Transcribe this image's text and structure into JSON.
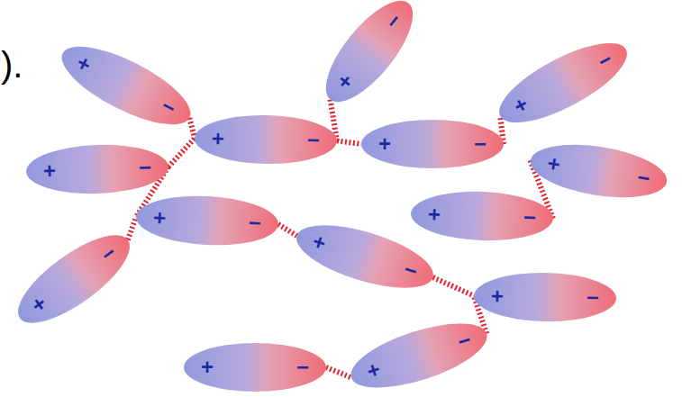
{
  "diagram": {
    "nodes": [
      {
        "text": [
          "+",
          "−"
        ]
      },
      {
        "text": [
          "+",
          "−"
        ]
      },
      {
        "text": [
          "+",
          "−"
        ]
      },
      {
        "text": [
          "+",
          "−"
        ]
      },
      {
        "text": [
          "+",
          "−"
        ]
      },
      {
        "text": [
          "+",
          "−"
        ]
      },
      {
        "text": [
          "+",
          "−"
        ]
      },
      {
        "text": [
          "+",
          "−"
        ]
      },
      {
        "text": [
          "+",
          "−"
        ]
      },
      {
        "text": [
          "+",
          "−"
        ]
      },
      {
        "text": [
          "+",
          "−"
        ]
      },
      {
        "text": [
          "+",
          "−"
        ]
      },
      {
        "text": [
          "+",
          "−"
        ]
      },
      {
        "text": [
          "+",
          "−"
        ]
      }
    ],
    "edges": [
      {
        "from": 2,
        "to": 3,
        "arrow": "none"
      },
      {
        "from": 5,
        "to": 3,
        "arrow": "none"
      },
      {
        "from": 0,
        "to": 3,
        "arrow": "none"
      },
      {
        "from": 3,
        "to": 4,
        "arrow": "none"
      },
      {
        "from": 4,
        "to": 1,
        "arrow": "none"
      },
      {
        "from": 7,
        "to": 6,
        "arrow": "none"
      },
      {
        "from": 5,
        "to": 8,
        "arrow": "none"
      },
      {
        "from": 10,
        "to": 8,
        "arrow": "none"
      },
      {
        "from": 8,
        "to": 9,
        "arrow": "none"
      },
      {
        "from": 9,
        "to": 11,
        "arrow": "none"
      },
      {
        "from": 12,
        "to": 11,
        "arrow": "none"
      },
      {
        "from": 13,
        "to": 12,
        "arrow": "none"
      }
    ],
    "labels": [
      ")."
    ]
  }
}
